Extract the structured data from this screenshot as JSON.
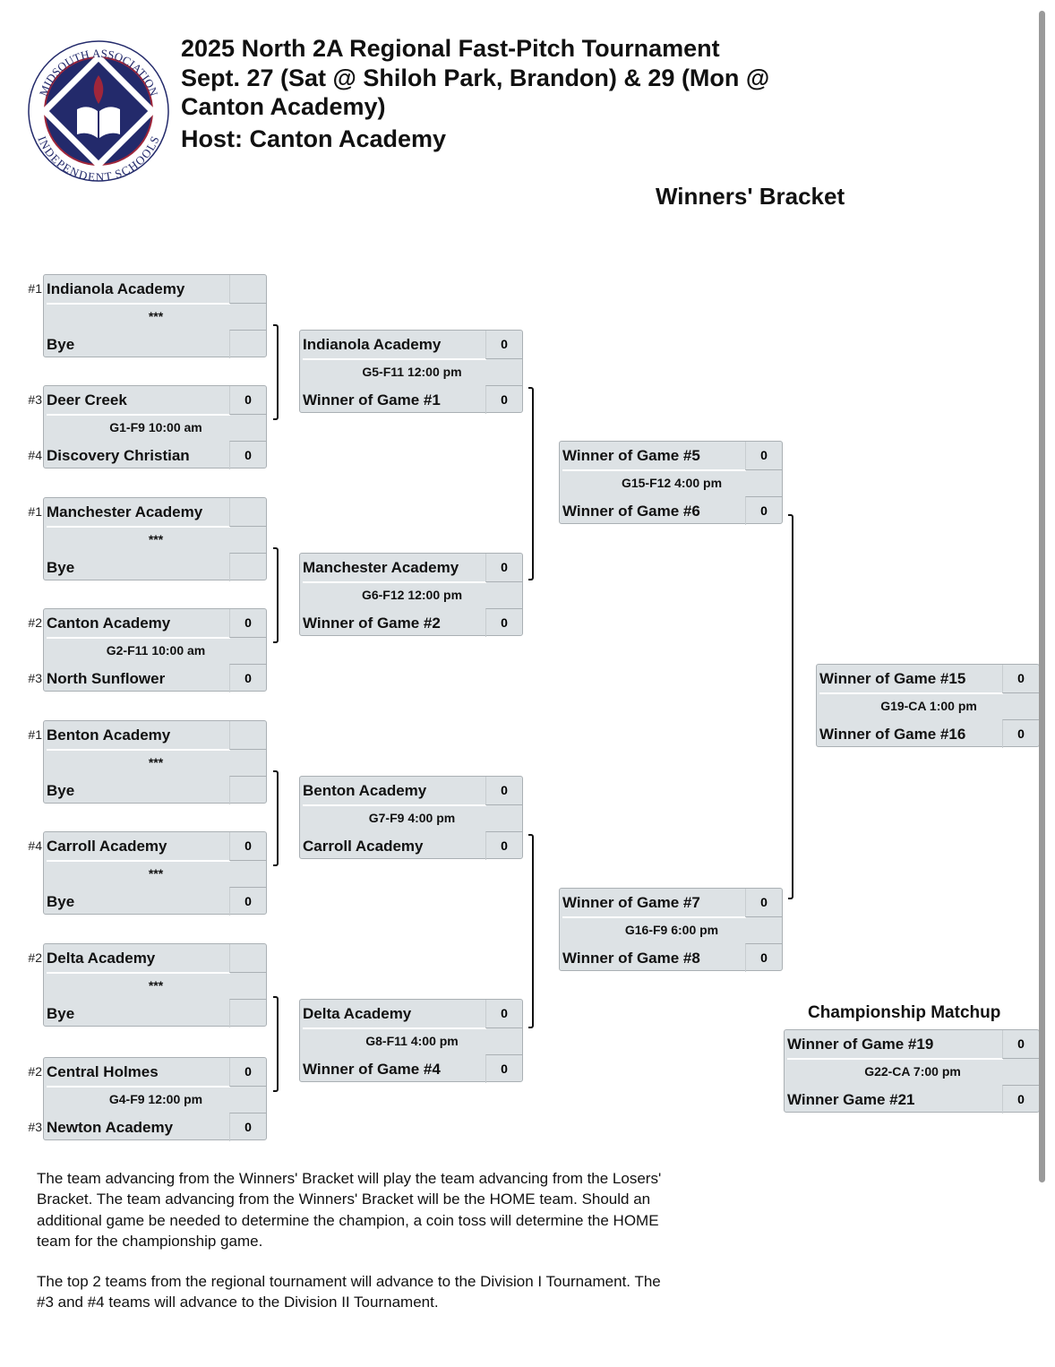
{
  "header": {
    "title_lines": [
      "2025 North 2A Regional Fast-Pitch Tournament",
      "Sept. 27 (Sat @ Shiloh Park, Brandon) & 29 (Mon @",
      "Canton Academy)",
      "Host: Canton Academy"
    ],
    "logo_text": "MIDSOUTH ASSOCIATION INDEPENDENT SCHOOLS"
  },
  "section_title": "Winners' Bracket",
  "championship_title": "Championship Matchup",
  "colors": {
    "box_bg": "#dde2e5",
    "logo_navy": "#232a6b",
    "logo_red": "#a0263a"
  },
  "round1": [
    {
      "team1": "Indianola Academy",
      "seed1": "#1",
      "score1": "",
      "info": "***",
      "team2": "Bye",
      "seed2": "",
      "score2": ""
    },
    {
      "team1": "Deer Creek",
      "seed1": "#3",
      "score1": "0",
      "info": "G1-F9 10:00 am",
      "team2": "Discovery Christian",
      "seed2": "#4",
      "score2": "0"
    },
    {
      "team1": "Manchester Academy",
      "seed1": "#1",
      "score1": "",
      "info": "***",
      "team2": "Bye",
      "seed2": "",
      "score2": ""
    },
    {
      "team1": "Canton Academy",
      "seed1": "#2",
      "score1": "0",
      "info": "G2-F11 10:00 am",
      "team2": "North Sunflower",
      "seed2": "#3",
      "score2": "0"
    },
    {
      "team1": "Benton Academy",
      "seed1": "#1",
      "score1": "",
      "info": "***",
      "team2": "Bye",
      "seed2": "",
      "score2": ""
    },
    {
      "team1": "Carroll Academy",
      "seed1": "#4",
      "score1": "0",
      "info": "***",
      "team2": "Bye",
      "seed2": "",
      "score2": "0"
    },
    {
      "team1": "Delta Academy",
      "seed1": "#2",
      "score1": "",
      "info": "***",
      "team2": "Bye",
      "seed2": "",
      "score2": ""
    },
    {
      "team1": "Central Holmes",
      "seed1": "#2",
      "score1": "0",
      "info": "G4-F9 12:00 pm",
      "team2": "Newton Academy",
      "seed2": "#3",
      "score2": "0"
    }
  ],
  "round2": [
    {
      "team1": "Indianola Academy",
      "score1": "0",
      "info": "G5-F11 12:00 pm",
      "team2": "Winner of Game #1",
      "score2": "0"
    },
    {
      "team1": "Manchester Academy",
      "score1": "0",
      "info": "G6-F12 12:00 pm",
      "team2": "Winner of Game #2",
      "score2": "0"
    },
    {
      "team1": "Benton Academy",
      "score1": "0",
      "info": "G7-F9 4:00 pm",
      "team2": "Carroll Academy",
      "score2": "0"
    },
    {
      "team1": "Delta Academy",
      "score1": "0",
      "info": "G8-F11 4:00 pm",
      "team2": "Winner of Game #4",
      "score2": "0"
    }
  ],
  "round3": [
    {
      "team1": "Winner of Game #5",
      "score1": "0",
      "info": "G15-F12 4:00 pm",
      "team2": "Winner of Game #6",
      "score2": "0"
    },
    {
      "team1": "Winner of Game #7",
      "score1": "0",
      "info": "G16-F9 6:00  pm",
      "team2": "Winner of Game #8",
      "score2": "0"
    }
  ],
  "round4": [
    {
      "team1": "Winner of Game #15",
      "score1": "0",
      "info": "G19-CA 1:00 pm",
      "team2": "Winner of Game #16",
      "score2": "0"
    }
  ],
  "championship": [
    {
      "team1": "Winner of Game #19",
      "score1": "0",
      "info": "G22-CA 7:00 pm",
      "team2": "Winner Game #21",
      "score2": "0"
    }
  ],
  "notes": [
    "The team advancing from the Winners' Bracket will play the team advancing from the Losers' Bracket.  The team advancing from the Winners' Bracket will be the HOME team.  Should an additional game be needed to determine the champion, a coin toss will determine the HOME team for the championship game.",
    "The top 2 teams from the regional tournament will advance to the Division I Tournament.  The #3 and #4 teams will advance to the Division II Tournament."
  ]
}
